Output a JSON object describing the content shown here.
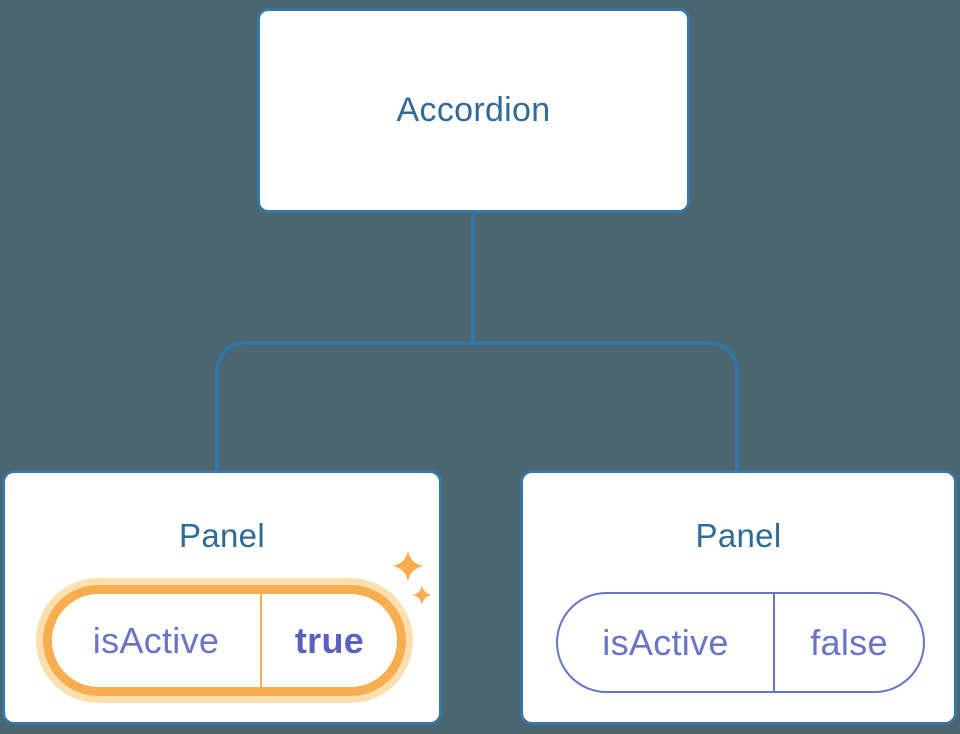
{
  "colors": {
    "background": "#4B6671",
    "node_fill": "#FFFFFF",
    "node_border": "#3776A6",
    "connector": "#3174A6",
    "heading_text": "#2F6B96",
    "state_text": "#6B73C7",
    "state_value_active_text": "#5A61C2",
    "highlight_orange": "#F6AE51",
    "highlight_orange_glow": "#FBDFAD"
  },
  "diagram": {
    "root": {
      "label": "Accordion"
    },
    "panels": [
      {
        "title": "Panel",
        "state_key": "isActive",
        "state_value": "true",
        "active": true,
        "icon": "sparkles-icon"
      },
      {
        "title": "Panel",
        "state_key": "isActive",
        "state_value": "false",
        "active": false
      }
    ]
  }
}
